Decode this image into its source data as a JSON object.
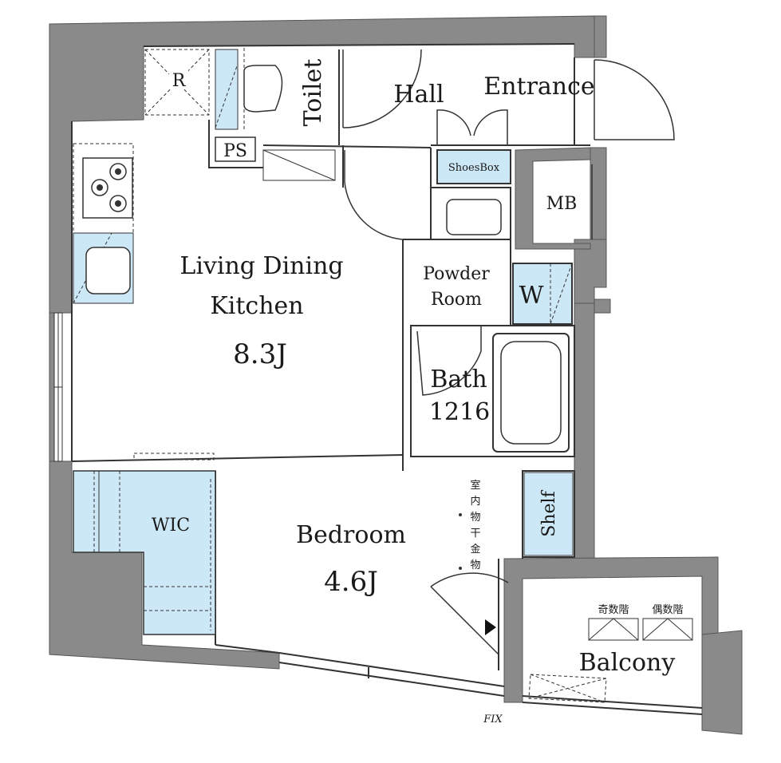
{
  "rooms": {
    "ldk_line1": "Living Dining",
    "ldk_line2": "Kitchen",
    "ldk_size": "8.3J",
    "bedroom": "Bedroom",
    "bedroom_size": "4.6J",
    "bath": "Bath",
    "bath_size": "1216",
    "powder_line1": "Powder",
    "powder_line2": "Room",
    "toilet": "Toilet",
    "hall": "Hall",
    "entrance": "Entrance",
    "wic": "WIC",
    "balcony": "Balcony",
    "mb": "MB"
  },
  "fixtures": {
    "shoes_box": "ShoesBox",
    "ps": "PS",
    "refrigerator": "R",
    "washer": "W",
    "shelf": "Shelf",
    "fix_window": "FIX",
    "indoor_drying": [
      "室",
      "内",
      "物",
      "干",
      "金",
      "物"
    ],
    "balcony_ladder_odd": "奇数階",
    "balcony_ladder_even": "偶数階"
  },
  "colors": {
    "wall": "#8a8a8a",
    "wall_outline": "#555555",
    "fixture_fill": "#cce7f5",
    "line": "#333333"
  }
}
